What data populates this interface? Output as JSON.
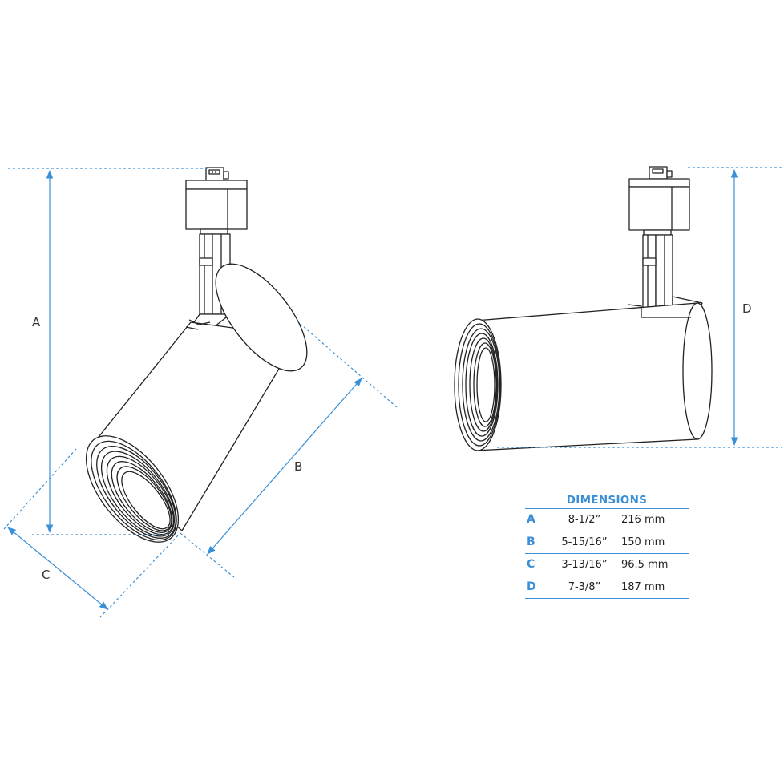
{
  "labels": {
    "a": "A",
    "b": "B",
    "c": "C",
    "d": "D"
  },
  "dimensions_table": {
    "title": "DIMENSIONS",
    "rows": [
      {
        "letter": "A",
        "inches": "8-1/2”",
        "mm": "216 mm"
      },
      {
        "letter": "B",
        "inches": "5-15/16”",
        "mm": "150 mm"
      },
      {
        "letter": "C",
        "inches": "3-13/16”",
        "mm": "96.5 mm"
      },
      {
        "letter": "D",
        "inches": "7-3/8”",
        "mm": "187 mm"
      }
    ]
  },
  "colors": {
    "dimension_line": "#3a8fd6",
    "outline": "#222222"
  }
}
